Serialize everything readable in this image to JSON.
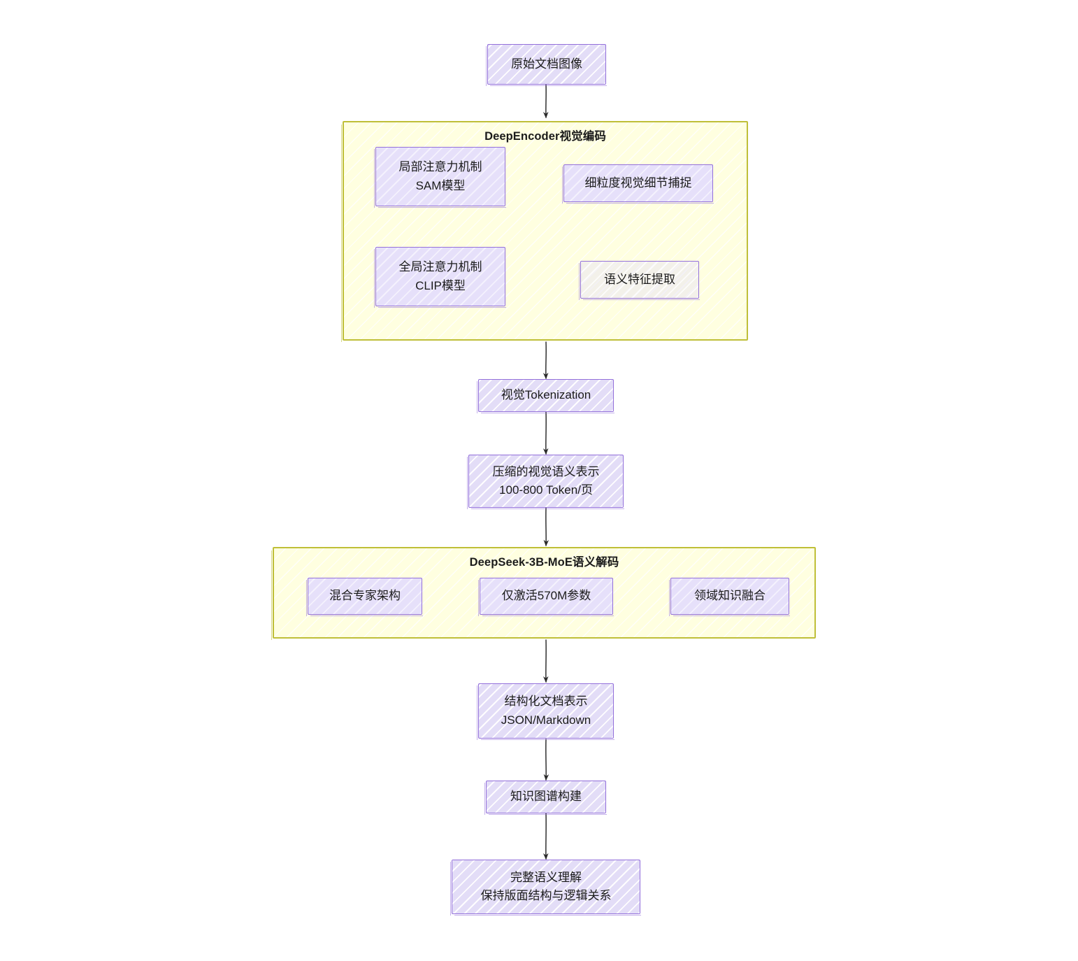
{
  "diagram": {
    "type": "flowchart",
    "direction": "top-to-bottom",
    "title": "",
    "colors": {
      "node_fill": "#e3ddf7",
      "node_stroke": "#9370db",
      "subgraph_fill": "#ffffe0",
      "subgraph_stroke": "#bfbf38",
      "edge_stroke": "#333333",
      "text": "#1b1b1b"
    }
  },
  "nodes": {
    "source_image": {
      "line1": "原始文档图像"
    },
    "local_attention": {
      "line1": "局部注意力机制",
      "line2": "SAM模型"
    },
    "fine_detail": {
      "line1": "细粒度视觉细节捕捉"
    },
    "global_attention": {
      "line1": "全局注意力机制",
      "line2": "CLIP模型"
    },
    "semantic_feature": {
      "line1": "语义特征提取"
    },
    "visual_tokenization": {
      "line1": "视觉Tokenization"
    },
    "compressed_repr": {
      "line1": "压缩的视觉语义表示",
      "line2": "100-800 Token/页"
    },
    "moe_architecture": {
      "line1": "混合专家架构"
    },
    "active_params": {
      "line1": "仅激活570M参数"
    },
    "domain_knowledge": {
      "line1": "领域知识融合"
    },
    "structured_doc": {
      "line1": "结构化文档表示",
      "line2": "JSON/Markdown"
    },
    "knowledge_graph": {
      "line1": "知识图谱构建"
    },
    "full_understanding": {
      "line1": "完整语义理解",
      "line2": "保持版面结构与逻辑关系"
    }
  },
  "subgraphs": {
    "encoder": {
      "title": "DeepEncoder视觉编码"
    },
    "decoder": {
      "title": "DeepSeek-3B-MoE语义解码"
    }
  },
  "edges": [
    {
      "from": "source_image",
      "to": "encoder"
    },
    {
      "from": "local_attention",
      "to": "fine_detail"
    },
    {
      "from": "global_attention",
      "to": "semantic_feature"
    },
    {
      "from": "encoder",
      "to": "visual_tokenization"
    },
    {
      "from": "visual_tokenization",
      "to": "compressed_repr"
    },
    {
      "from": "compressed_repr",
      "to": "decoder"
    },
    {
      "from": "moe_architecture",
      "to": "active_params"
    },
    {
      "from": "active_params",
      "to": "domain_knowledge"
    },
    {
      "from": "decoder",
      "to": "structured_doc"
    },
    {
      "from": "structured_doc",
      "to": "knowledge_graph"
    },
    {
      "from": "knowledge_graph",
      "to": "full_understanding"
    }
  ]
}
